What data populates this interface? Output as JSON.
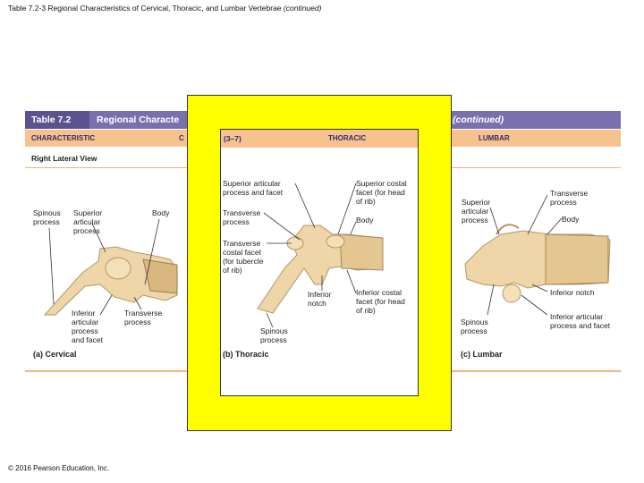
{
  "slide": {
    "title": "Table 7.2-3 Regional Characteristics of Cervical, Thoracic, and Lumbar Vertebrae",
    "title_suffix": "(continued)",
    "copyright": "© 2016 Pearson Education, Inc."
  },
  "table": {
    "number": "Table 7.2",
    "title": "Regional Characte",
    "continued": "(continued)",
    "columns": {
      "characteristic": "CHARACTERISTIC",
      "cervical_partial": "C",
      "lumbar": "LUMBAR"
    },
    "row_label": "Right Lateral View"
  },
  "cervical": {
    "labels": {
      "spinous": [
        "Spinous",
        "process"
      ],
      "superior": [
        "Superior",
        "articular",
        "process"
      ],
      "body": "Body",
      "inferior": [
        "Inferior",
        "articular",
        "process",
        "and facet"
      ],
      "transverse": [
        "Transverse",
        "process"
      ]
    },
    "caption": "(a) Cervical"
  },
  "thoracic": {
    "range": "(3–7)",
    "header": "THORACIC",
    "labels": {
      "sup_art": [
        "Superior articular",
        "process and facet"
      ],
      "sup_costal": [
        "Superior costal",
        "facet (for head",
        "of rib)"
      ],
      "transverse": [
        "Transverse",
        "process"
      ],
      "body": "Body",
      "trans_costal": [
        "Transverse",
        "costal facet",
        "(for tubercle",
        "of rib)"
      ],
      "inf_notch": [
        "Inferior",
        "notch"
      ],
      "inf_costal": [
        "Inferior costal",
        "facet (for head",
        "of rib)"
      ],
      "spinous": [
        "Spinous",
        "process"
      ]
    },
    "caption": "(b) Thoracic"
  },
  "lumbar": {
    "labels": {
      "superior": [
        "Superior",
        "articular",
        "process"
      ],
      "transverse": [
        "Transverse",
        "process"
      ],
      "body": "Body",
      "inf_notch": "Inferior notch",
      "spinous": [
        "Spinous",
        "process"
      ],
      "inf_art": [
        "Inferior articular",
        "process and facet"
      ]
    },
    "caption": "(c) Lumbar"
  },
  "colors": {
    "header_purple": "#7a70b0",
    "header_dark_purple": "#5b5290",
    "column_bar": "#f6c28e",
    "highlight_yellow": "#ffff00",
    "bone": "#eed6a8"
  }
}
